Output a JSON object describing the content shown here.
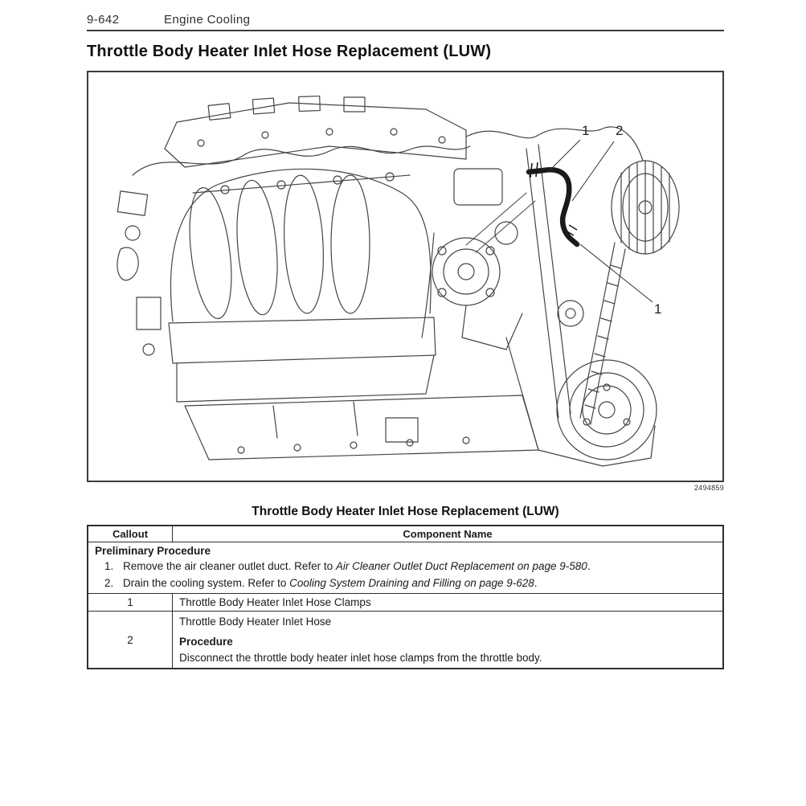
{
  "page": {
    "header": {
      "page_number": "9-642",
      "chapter": "Engine Cooling"
    },
    "section_title": "Throttle Body Heater Inlet Hose Replacement (LUW)",
    "figure": {
      "callouts": [
        "1",
        "2",
        "1"
      ],
      "figure_number": "2494859"
    },
    "table": {
      "caption": "Throttle Body Heater Inlet Hose Replacement (LUW)",
      "headers": {
        "callout": "Callout",
        "component": "Component Name"
      },
      "preliminary": {
        "title": "Preliminary Procedure",
        "steps": [
          {
            "num": "1.",
            "text": "Remove the air cleaner outlet duct. Refer to ",
            "ref": "Air Cleaner Outlet Duct Replacement on page 9-580",
            "suffix": "."
          },
          {
            "num": "2.",
            "text": "Drain the cooling system. Refer to ",
            "ref": "Cooling System Draining and Filling on page 9-628",
            "suffix": "."
          }
        ]
      },
      "rows": [
        {
          "callout": "1",
          "component": "Throttle Body Heater Inlet Hose Clamps"
        },
        {
          "callout": "2",
          "component": "Throttle Body Heater Inlet Hose",
          "subheading": "Procedure",
          "procedure": "Disconnect the throttle body heater inlet hose clamps from the throttle body."
        }
      ]
    }
  }
}
